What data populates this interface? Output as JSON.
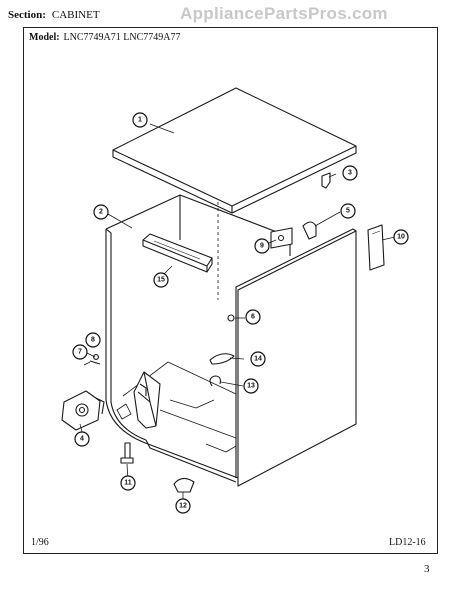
{
  "header": {
    "section_label": "Section:",
    "section_value": "CABINET",
    "watermark": "AppliancePartsPros.com"
  },
  "frame": {
    "model_label": "Model:",
    "model_value": "LNC7749A71  LNC7749A77"
  },
  "footer": {
    "date": "1/96",
    "doc_ref": "LD12-16",
    "page_number": "3"
  },
  "callouts": [
    "1",
    "2",
    "3",
    "4",
    "5",
    "6",
    "7",
    "8",
    "9",
    "10",
    "11",
    "12",
    "13",
    "14",
    "15"
  ]
}
